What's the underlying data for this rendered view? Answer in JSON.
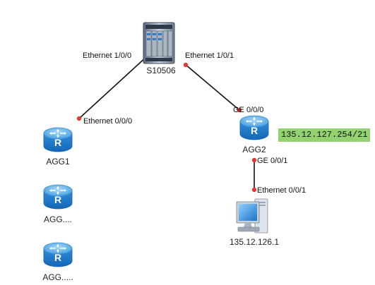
{
  "colors": {
    "link": "#111111",
    "port_dot": "#e53935",
    "router_top": "#7fc2ef",
    "router_body": "#1f7fce",
    "router_dark": "#1565b0",
    "ip_badge_bg": "#92d36f"
  },
  "devices": {
    "core_switch": {
      "name": "S10506",
      "icon": "chassis-switch-icon"
    },
    "agg1": {
      "name": "AGG1",
      "icon": "router-icon"
    },
    "agg_more_1": {
      "name": "AGG....",
      "icon": "router-icon"
    },
    "agg_more_2": {
      "name": "AGG.....",
      "icon": "router-icon"
    },
    "agg2": {
      "name": "AGG2",
      "icon": "router-icon"
    },
    "pc": {
      "name": "135.12.126.1",
      "icon": "pc-icon"
    }
  },
  "links": {
    "core_agg1": {
      "a_port": "Ethernet 1/0/0",
      "b_port": "Ethernet 0/0/0"
    },
    "core_agg2": {
      "a_port": "Ethernet 1/0/1",
      "b_port": "GE 0/0/0"
    },
    "agg2_pc": {
      "a_port": "GE 0/0/1",
      "b_port": "Ethernet 0/0/1"
    }
  },
  "annotations": {
    "agg2_ip": "135.12.127.254/21"
  }
}
